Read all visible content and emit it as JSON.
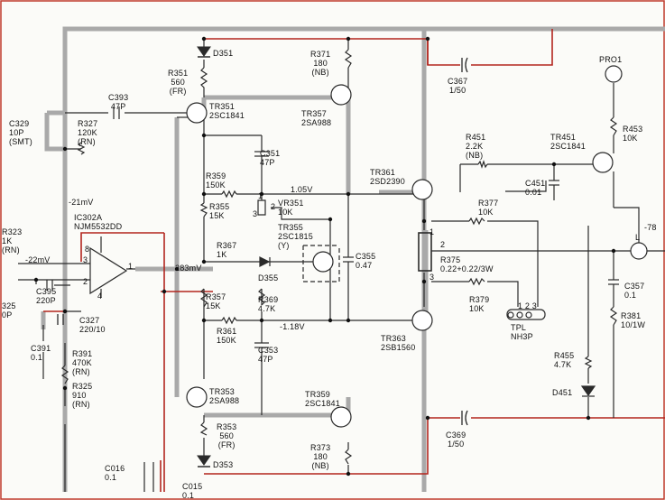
{
  "labels": {
    "D351": "D351",
    "R351": "R351\n560\n(FR)",
    "R371": "R371\n180\n(NB)",
    "C367": "C367\n1/50",
    "PRO1": "PRO1",
    "C393": "C393\n47P",
    "TR351": "TR351\n2SC1841",
    "TR357": "TR357\n2SA988",
    "C329": "C329\n10P\n(SMT)",
    "R327": "R327\n120K\n(RN)",
    "R451": "R451\n2.2K\n(NB)",
    "TR451": "TR451\n2SC1841",
    "R453": "R453\n10K",
    "C351": "C351\n47P",
    "R359": "R359\n150K",
    "V105": "1.05V",
    "TR361": "TR361\n2SD2390",
    "C451": "C451\n0.01",
    "MV21": "-21mV",
    "R355": "R355\n15K",
    "VR351": "VR351\n10K",
    "R377": "R377\n10K",
    "IC302A": "IC302A\nNJM5532DD",
    "TR355": "TR355\n2SC1815\n(Y)",
    "R323": "R323\n1K\n(RN)",
    "MV78": "-78",
    "L_out": "L",
    "R367": "R367\n1K",
    "C355": "C355\n0.47",
    "MV22": "-22mV",
    "R375": "R375\n0.22+0.22/3W",
    "D355": "D355",
    "MV283": "283mV",
    "C395": "C395\n220P",
    "C357": "C357\n0.1",
    "R357": "R357\n15K",
    "R369": "R369\n4.7K",
    "R379": "R379\n10K",
    "TPL": "TPL\nNH3P",
    "C325": "325\n0P",
    "C327": "C327\n220/10",
    "R381": "R381\n10/1W",
    "R361": "R361\n150K",
    "V118": "-1.18V",
    "TR363": "TR363\n2SB1560",
    "C391": "C391\n0.1",
    "C353": "C353\n47P",
    "R391": "R391\n470K\n(RN)",
    "R455": "R455\n4.7K",
    "R325": "R325\n910\n(RN)",
    "TR353": "TR353\n2SA988",
    "TR359": "TR359\n2SC1841",
    "D451": "D451",
    "R353": "R353\n560\n(FR)",
    "C369": "C369\n1/50",
    "R373": "R373\n180\n(NB)",
    "C016": "C016\n0.1",
    "D353": "D353",
    "C015": "C015\n0.1",
    "pin8": "8",
    "pin3": "3",
    "pin2": "2",
    "pin1": "1",
    "pin4": "4",
    "vr1": "1",
    "vr2": "2",
    "vr3": "3",
    "r375_1": "1",
    "r375_2": "2",
    "r375_3": "3",
    "tpl_pins": "1 2 3"
  },
  "colors": {
    "wire": "#2a2a2a",
    "rail": "#a9a9a9",
    "red": "#b3261e"
  }
}
